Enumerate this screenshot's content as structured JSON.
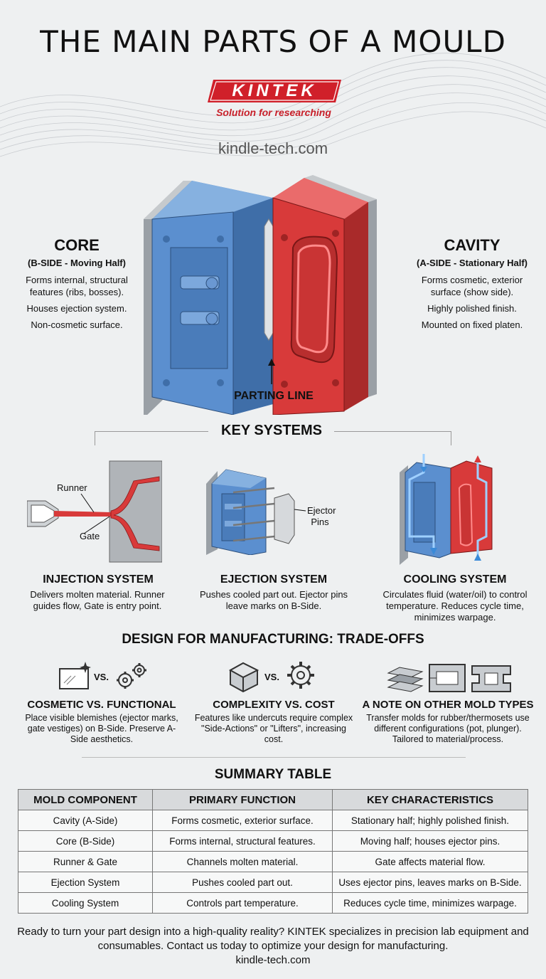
{
  "header": {
    "title": "THE MAIN PARTS OF A MOULD",
    "logo_text": "KINTEK",
    "tagline": "Solution for researching",
    "site": "kindle-tech.com"
  },
  "core": {
    "title": "CORE",
    "subtitle": "(B-SIDE - Moving Half)",
    "points": [
      "Forms internal, structural features (ribs, bosses).",
      "Houses ejection system.",
      "Non-cosmetic surface."
    ]
  },
  "cavity": {
    "title": "CAVITY",
    "subtitle": "(A-SIDE - Stationary Half)",
    "points": [
      "Forms cosmetic, exterior surface (show side).",
      "Highly polished finish.",
      "Mounted on fixed platen."
    ]
  },
  "parting_line_label": "PARTING LINE",
  "key_systems": {
    "title": "KEY SYSTEMS",
    "injection": {
      "runner_label": "Runner",
      "gate_label": "Gate",
      "title": "INJECTION SYSTEM",
      "desc": "Delivers molten material. Runner guides flow, Gate is entry point."
    },
    "ejection": {
      "pins_label": "Ejector Pins",
      "title": "EJECTION SYSTEM",
      "desc": "Pushes cooled part out. Ejector pins leave marks on B-Side."
    },
    "cooling": {
      "title": "COOLING SYSTEM",
      "desc": "Circulates fluid (water/oil) to control temperature. Reduces cycle time, minimizes warpage."
    }
  },
  "dfm": {
    "title": "DESIGN FOR MANUFACTURING: TRADE-OFFS",
    "vs_label": "VS.",
    "items": [
      {
        "title": "COSMETIC VS. FUNCTIONAL",
        "desc": "Place visible blemishes (ejector marks, gate vestiges) on B-Side. Preserve A-Side aesthetics."
      },
      {
        "title": "COMPLEXITY VS. COST",
        "desc": "Features like undercuts require complex \"Side-Actions\" or \"Lifters\", increasing cost."
      },
      {
        "title": "A NOTE ON OTHER MOLD TYPES",
        "desc": "Transfer molds for rubber/thermosets use different configurations (pot, plunger). Tailored to material/process."
      }
    ]
  },
  "summary": {
    "title": "SUMMARY TABLE",
    "headers": [
      "MOLD COMPONENT",
      "PRIMARY FUNCTION",
      "KEY CHARACTERISTICS"
    ],
    "rows": [
      [
        "Cavity (A-Side)",
        "Forms cosmetic, exterior surface.",
        "Stationary half; highly polished finish."
      ],
      [
        "Core (B-Side)",
        "Forms internal, structural features.",
        "Moving half; houses ejector pins."
      ],
      [
        "Runner & Gate",
        "Channels molten material.",
        "Gate affects material flow."
      ],
      [
        "Ejection System",
        "Pushes cooled part out.",
        "Uses ejector pins, leaves marks on B-Side."
      ],
      [
        "Cooling System",
        "Controls part temperature.",
        "Reduces cycle time, minimizes warpage."
      ]
    ]
  },
  "footer": {
    "text": "Ready to turn your part design into a high-quality reality? KINTEK specializes in precision lab equipment and consumables. Contact us today to optimize your design for manufacturing.",
    "site": "kindle-tech.com"
  },
  "colors": {
    "core_blue": "#5b8fcf",
    "cavity_red": "#d83a3a",
    "brand_red": "#d0202a"
  }
}
